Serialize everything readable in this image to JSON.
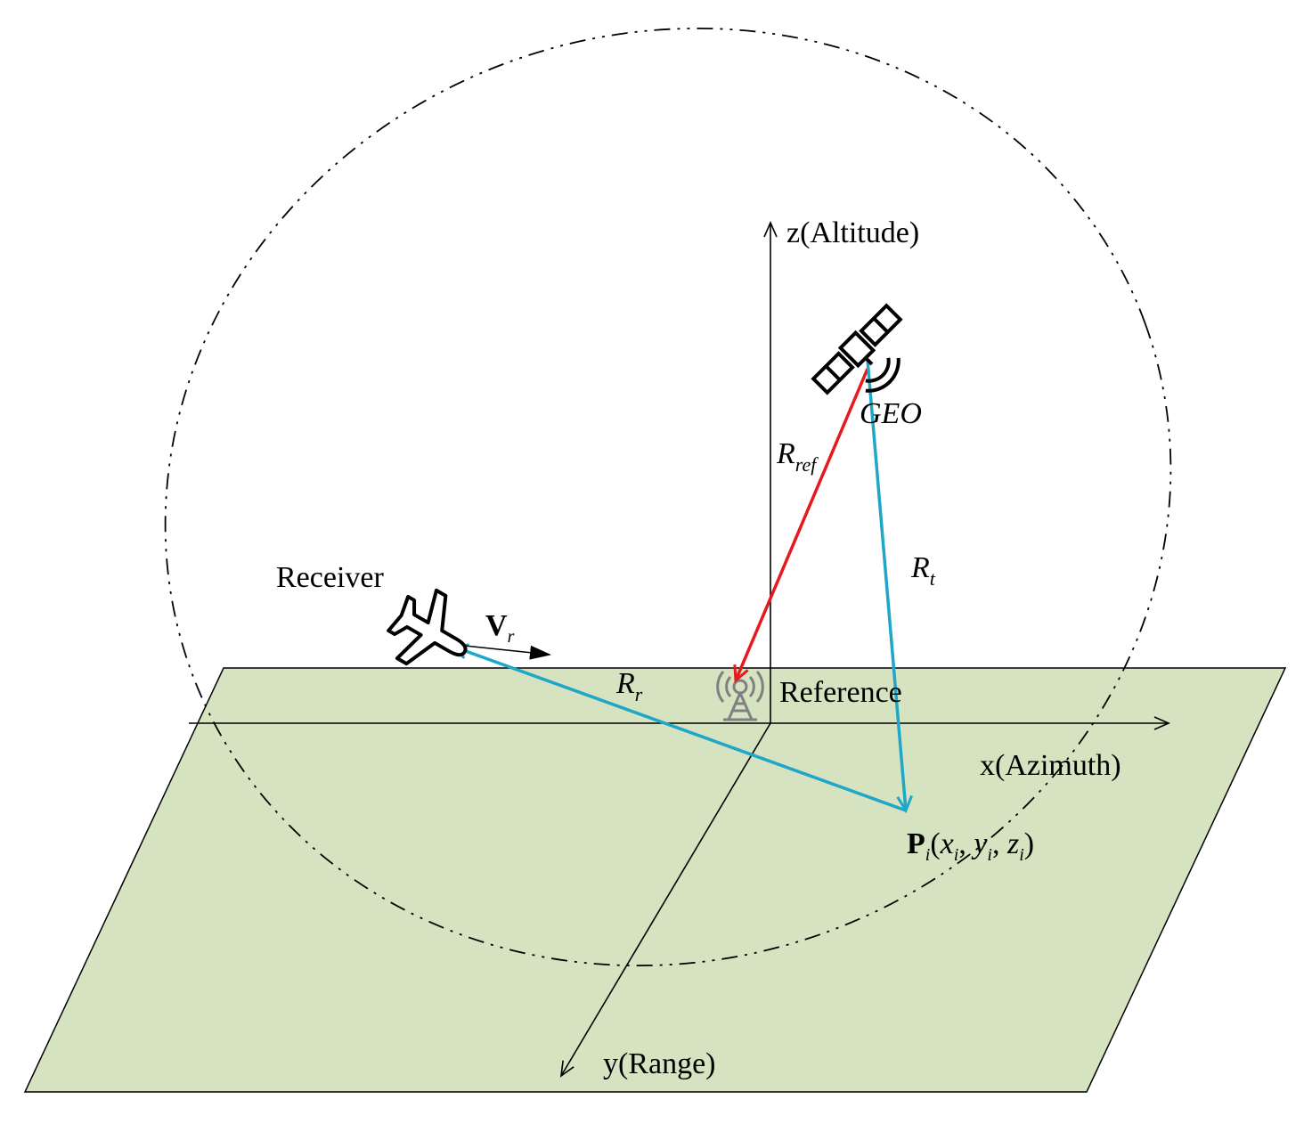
{
  "axes": {
    "z_label": "z(Altitude)",
    "x_label": "x(Azimuth)",
    "y_label": "y(Range)"
  },
  "labels": {
    "receiver": "Receiver",
    "reference": "Reference",
    "geo": "GEO",
    "velocity_main": "V",
    "velocity_sub": "r",
    "r_ref_main": "R",
    "r_ref_sub": "ref",
    "r_t_main": "R",
    "r_t_sub": "t",
    "r_r_main": "R",
    "r_r_sub": "r",
    "point_main": "P",
    "point_sub": "i",
    "point_open": "(",
    "point_x": "x",
    "point_x_sub": "i",
    "point_comma1": ", ",
    "point_y": "y",
    "point_y_sub": "i",
    "point_comma2": ", ",
    "point_z": "z",
    "point_z_sub": "i",
    "point_close": ")"
  },
  "colors": {
    "ground_fill": "#d5e3c1",
    "ray_reference": "#e5191e",
    "ray_target": "#1ea7c6",
    "axis": "#000000",
    "tower": "#808080"
  },
  "icons": {
    "satellite": "satellite-icon",
    "aircraft": "airplane-icon",
    "tower": "radio-tower-icon"
  }
}
